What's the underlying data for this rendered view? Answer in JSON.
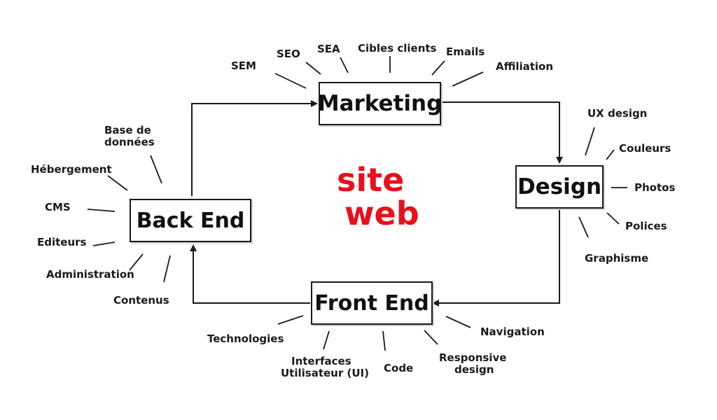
{
  "colors": {
    "ink": "#1a1a1a",
    "accent": "#e8101a"
  },
  "center": {
    "line1": "site",
    "line2": "web"
  },
  "nodes": {
    "marketing": "Marketing",
    "design": "Design",
    "front_end": "Front End",
    "back_end": "Back End"
  },
  "marketing_items": [
    "SEM",
    "SEO",
    "SEA",
    "Cibles clients",
    "Emails",
    "Affiliation"
  ],
  "design_items": [
    "UX design",
    "Couleurs",
    "Photos",
    "Polices",
    "Graphisme"
  ],
  "front_end_items": [
    "Technologies",
    "Interfaces",
    "Utilisateur (UI)",
    "Code",
    "Responsive",
    "design",
    "Navigation"
  ],
  "back_end_items": [
    "Base de",
    "données",
    "Hébergement",
    "CMS",
    "Editeurs",
    "Administration",
    "Contenus"
  ]
}
